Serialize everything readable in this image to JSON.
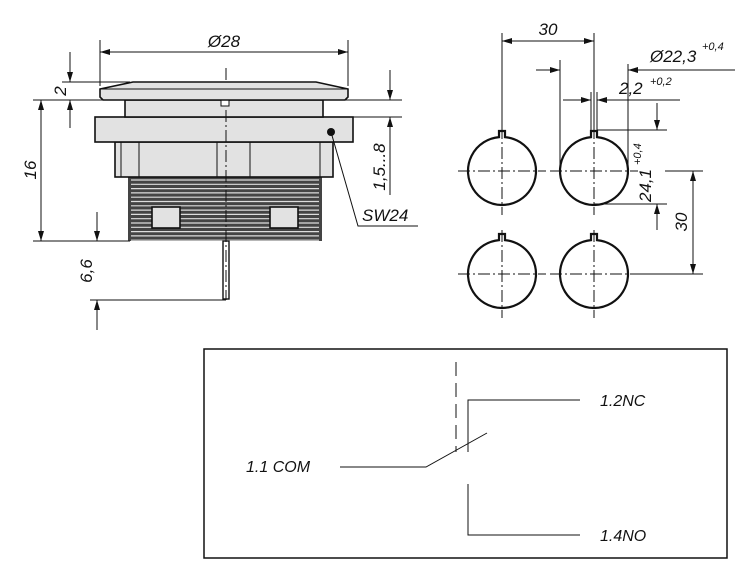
{
  "side_view": {
    "dim_diameter": "Ø28",
    "dim_cap_height": "2",
    "dim_height": "16",
    "dim_pin": "6,6",
    "dim_panel_thickness": "1,5...8",
    "wrench_size": "SW24"
  },
  "cutout_view": {
    "dim_spacing_h": "30",
    "dim_hole_diameter": "Ø22,3",
    "dim_hole_diameter_tol": "+0,4",
    "dim_key_width": "2,2",
    "dim_key_width_tol": "+0,2",
    "dim_key_height": "24,1",
    "dim_key_height_tol": "+0,4",
    "dim_spacing_v": "30"
  },
  "schematic": {
    "com_label": "1.1 COM",
    "nc_label": "1.2NC",
    "no_label": "1.4NO"
  }
}
